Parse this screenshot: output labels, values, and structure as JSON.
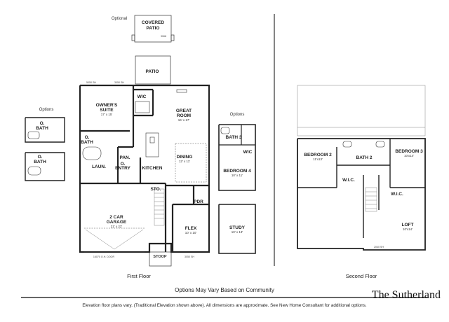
{
  "plan_name": "The Sutherland",
  "options_vary_note": "Options May Vary Based on Community",
  "footer_note": "Elevation floor plans vary. (Traditional Elevation shown above). All dimensions are approximate. See New Home Consultant for additional options.",
  "floors": {
    "first": "First Floor",
    "second": "Second Floor"
  },
  "optional_label": "Optional",
  "options_label_left": "Options",
  "options_label_mid": "Options",
  "rooms": {
    "covered_patio": "COVERED\nPATIO",
    "patio": "PATIO",
    "owners_suite": "OWNER'S\nSUITE",
    "owners_suite_dim": "17' x 15'",
    "wic": "WIC",
    "great_room": "GREAT\nROOM",
    "great_room_dim": "16' x 17'",
    "o_bath": "O.\nBATH",
    "pan": "PAN.",
    "laun": "LAUN.",
    "entry": "O.\nENTRY",
    "kitchen": "KITCHEN",
    "dining": "DINING",
    "dining_dim": "12' x 11'",
    "sto": "STO.",
    "pdr": "PDR",
    "garage": "2 CAR\nGARAGE",
    "garage_dim": "21' x 22'",
    "flex": "FLEX",
    "flex_dim": "10' x 10'",
    "stoop": "STOOP",
    "opt_o_bath_1": "O.\nBATH",
    "opt_o_bath_2": "O.\nBATH",
    "bath3": "BATH 3",
    "wic_opt": "WIC",
    "bedroom4": "BEDROOM 4",
    "bedroom4_dim": "10' x 11'",
    "study": "STUDY",
    "study_dim": "10' x 13'",
    "bedroom2": "BEDROOM 2",
    "bedroom2_dim": "11'x13'",
    "bath2": "BATH 2",
    "bedroom3": "BEDROOM 3",
    "bedroom3_dim": "10'x14'",
    "wic2": "W.I.C.",
    "wic3": "W.I.C.",
    "loft": "LOFT",
    "loft_dim": "10'x14'"
  },
  "door_codes": {
    "garage_door": "16070 O.H. DOOR",
    "patio_door": "3068",
    "window_5050": "5050 SH",
    "window_3050": "3050 SH",
    "window_2040": "2040 SH"
  }
}
